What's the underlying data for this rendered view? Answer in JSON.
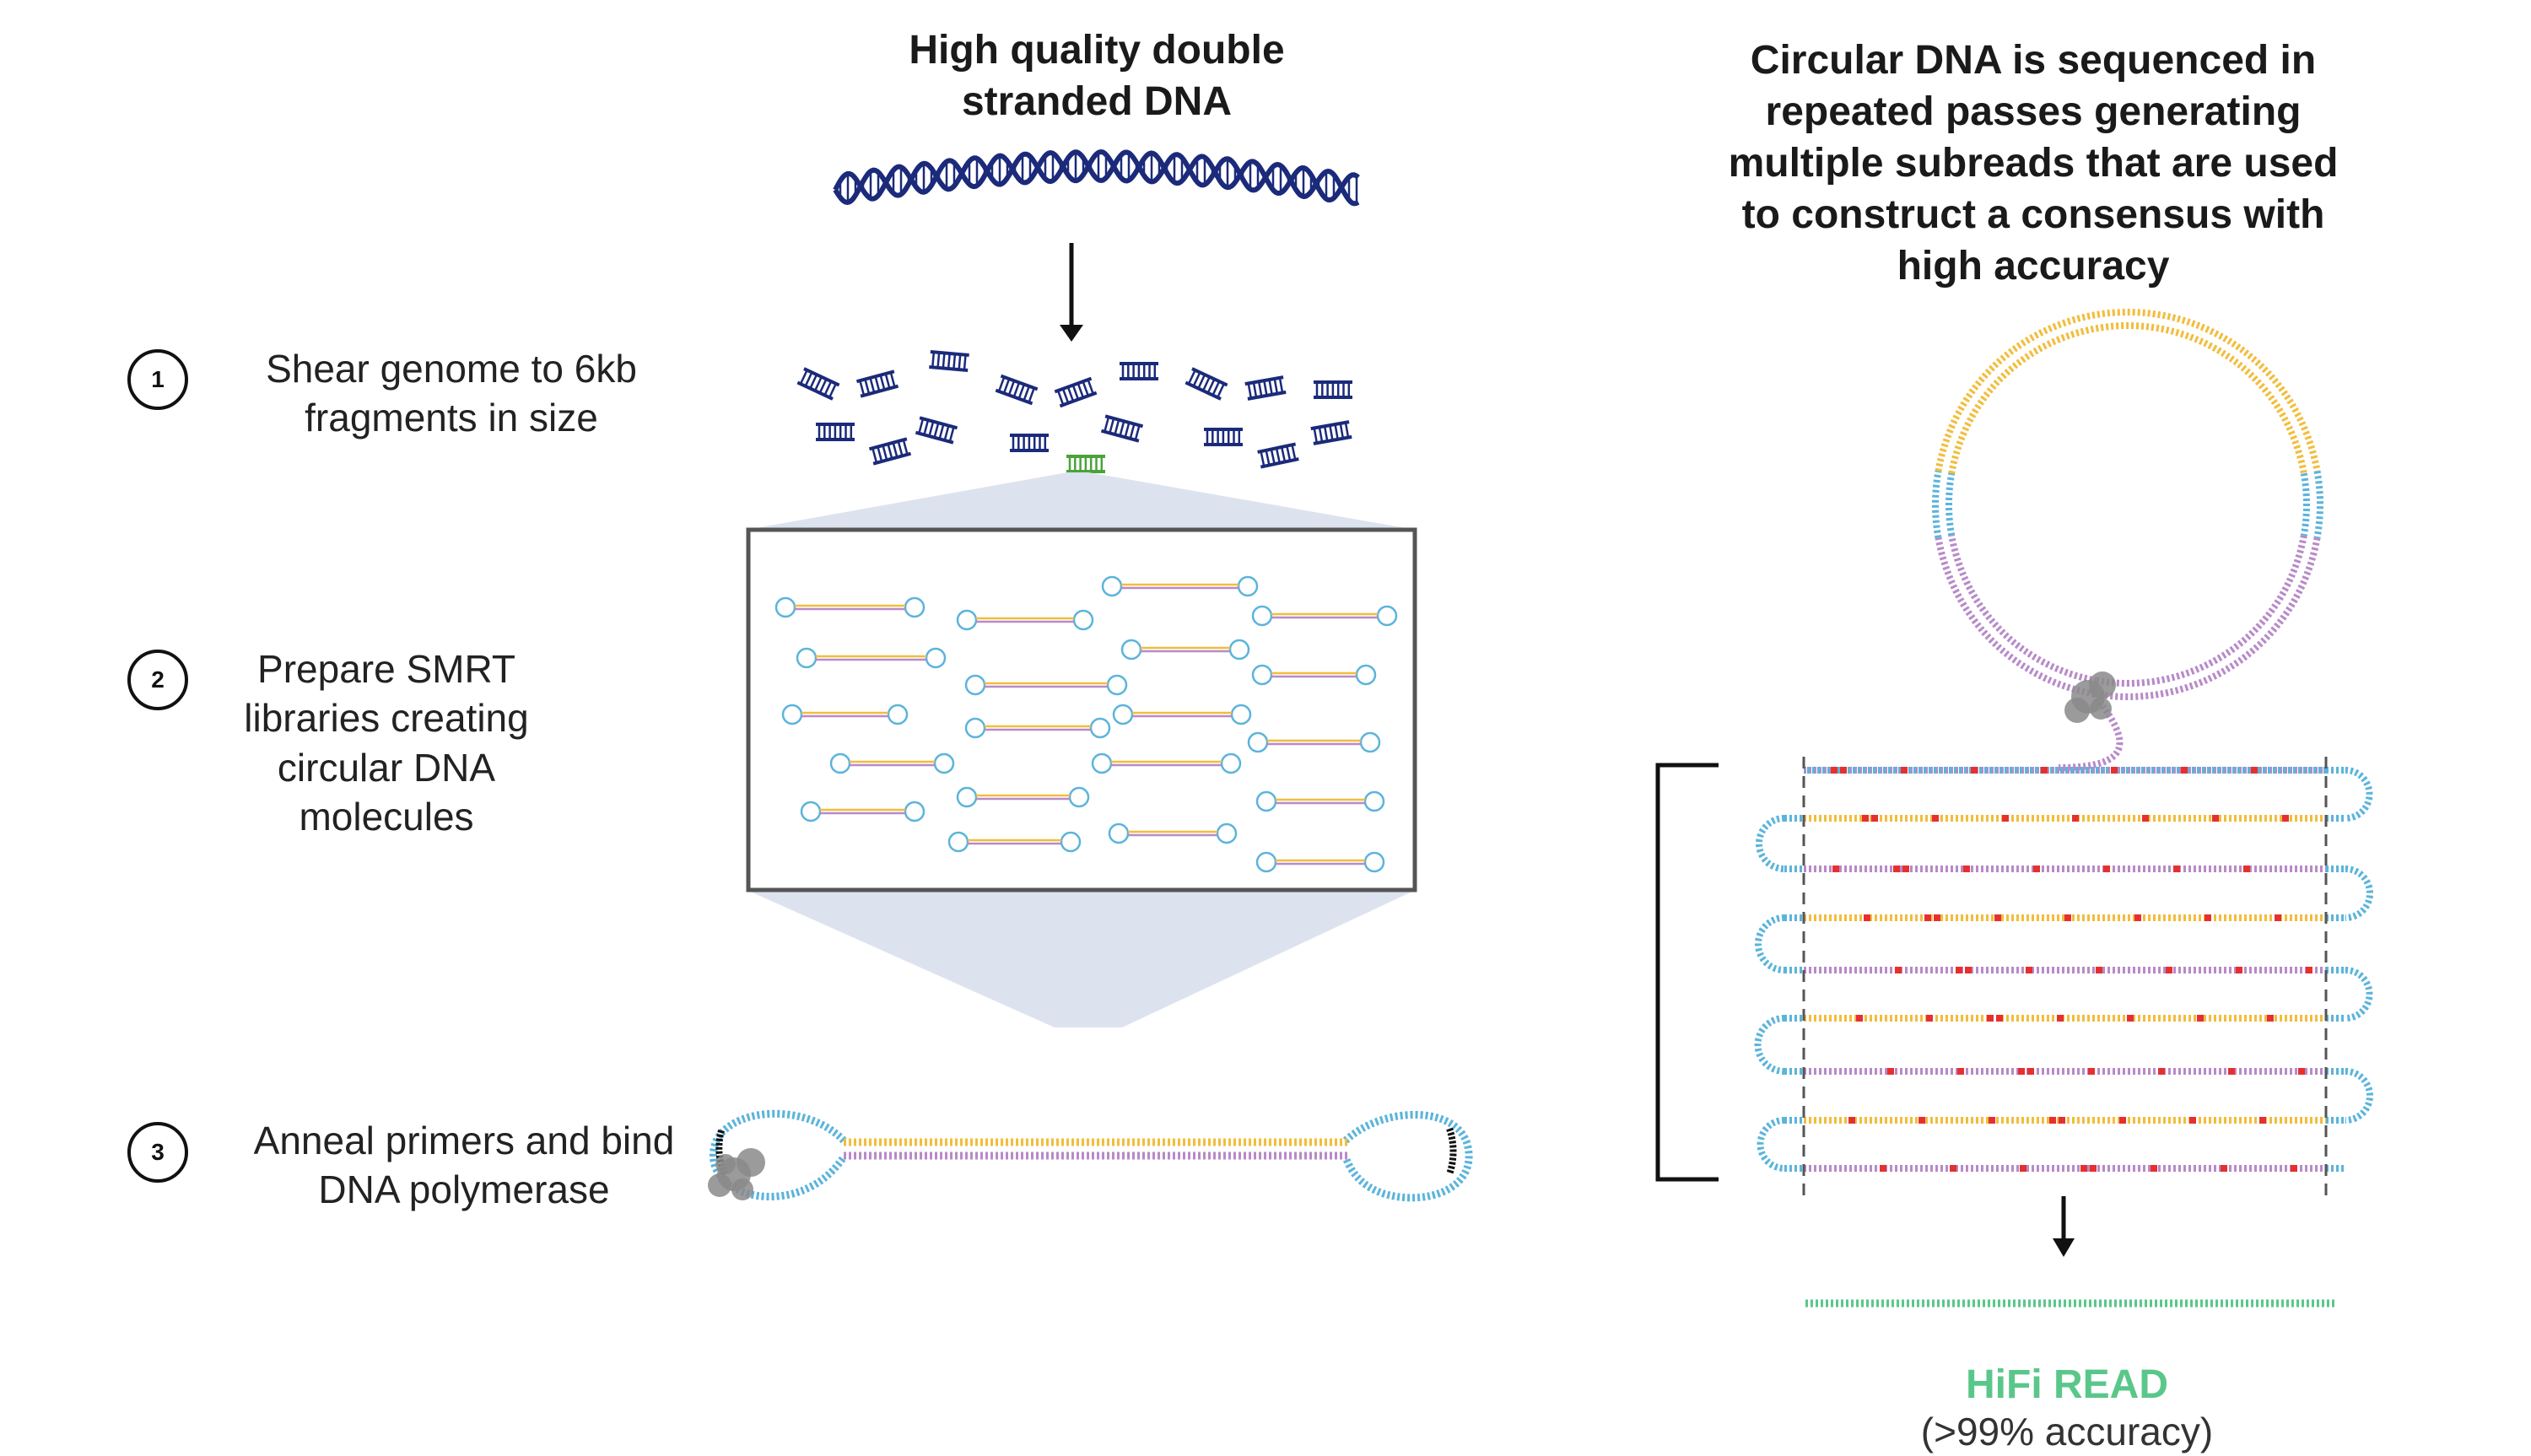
{
  "top_label": "High quality double stranded DNA",
  "right_heading": "Circular DNA is sequenced in repeated passes generating multiple subreads that are used to construct a consensus with high accuracy",
  "steps": [
    {
      "number": "1",
      "text": "Shear genome to 6kb fragments in size"
    },
    {
      "number": "2",
      "text": "Prepare SMRT libraries creating circular DNA molecules"
    },
    {
      "number": "3",
      "text": "Anneal primers and bind DNA polymerase"
    }
  ],
  "result": {
    "title": "HiFi READ",
    "subtitle": "(>99% accuracy)"
  },
  "colors": {
    "dna_navy": "#1b2a7a",
    "adapter_blue": "#5bb4db",
    "strand_yellow": "#f2bd3c",
    "strand_purple": "#b88ac8",
    "error_red": "#e63030",
    "hifi_green": "#5ac78a",
    "fragment_green": "#4aa33a",
    "zoom_fill": "#dde3ee"
  }
}
